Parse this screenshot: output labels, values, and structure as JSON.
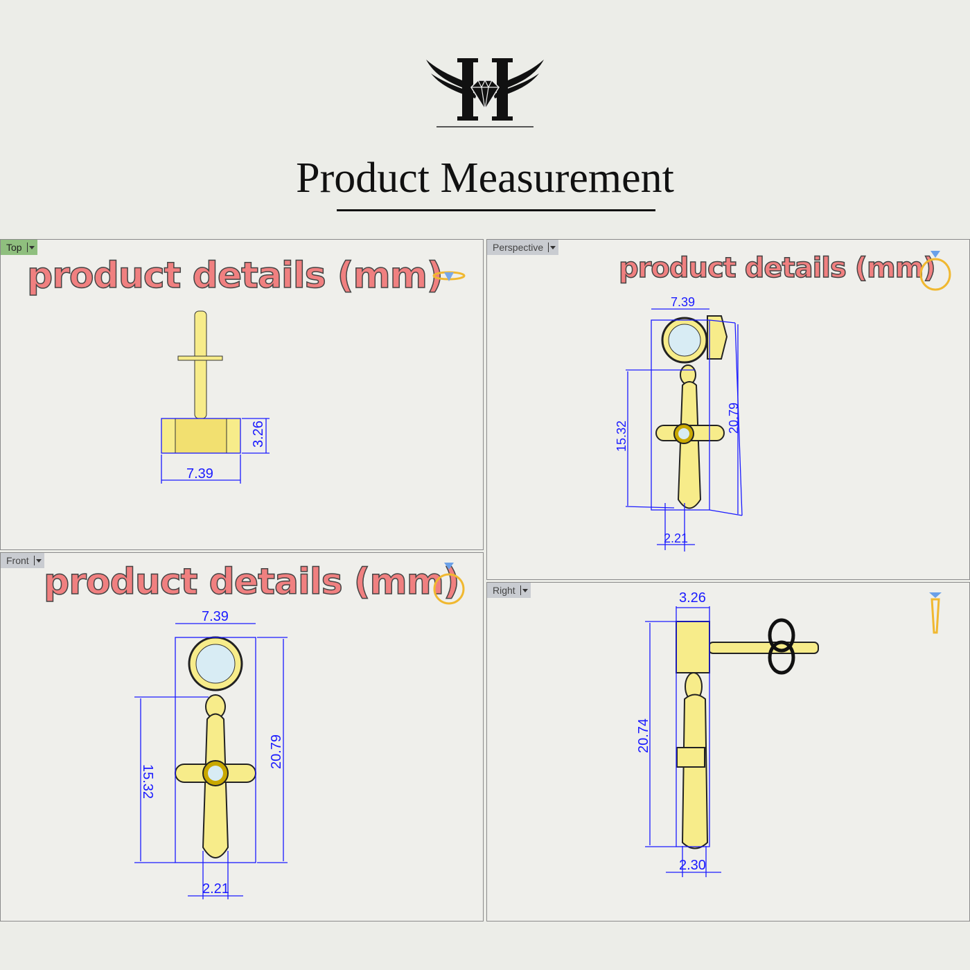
{
  "logo": {
    "letter": "H",
    "description_icon": "winged-diamond-logo"
  },
  "header": {
    "title": "Product Measurement"
  },
  "viewports": {
    "top": {
      "tab": "Top",
      "heading": "product details (mm)",
      "dims": {
        "width": "7.39",
        "depth": "3.26"
      }
    },
    "perspective": {
      "tab": "Perspective",
      "heading": "product details (mm)",
      "dims": {
        "width": "7.39",
        "height": "20.79",
        "drop": "15.32",
        "thickness": "2.21"
      }
    },
    "front": {
      "tab": "Front",
      "heading": "product details (mm)",
      "dims": {
        "width": "7.39",
        "height": "20.79",
        "drop": "15.32",
        "thickness": "2.21"
      }
    },
    "right": {
      "tab": "Right",
      "heading": "",
      "dims": {
        "depth": "3.26",
        "height": "20.74",
        "thickness": "2.30"
      }
    }
  },
  "colors": {
    "gold": "#f7ec8a",
    "dimension": "#1a1aff",
    "heading": "#f08080",
    "active_tab": "#8fbf7e"
  }
}
